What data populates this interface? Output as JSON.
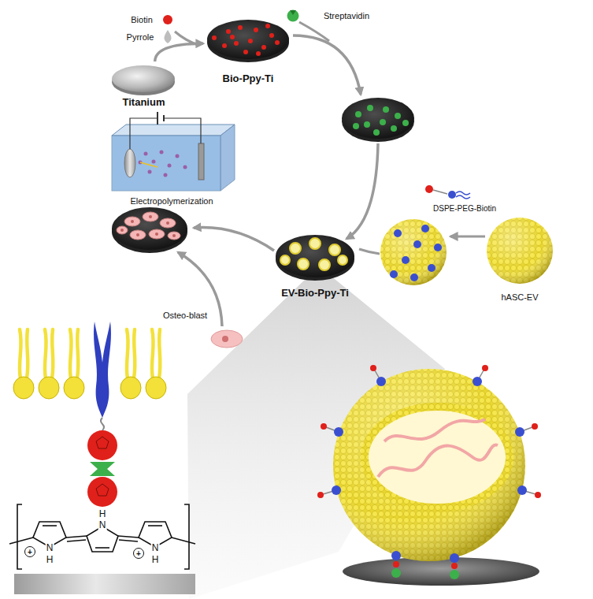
{
  "diagram": {
    "nodes": [
      {
        "text": [
          "Titanium"
        ]
      },
      {
        "text": [
          "Bio-Ppy-Ti"
        ]
      },
      {
        "text": [
          "Electropolymerization"
        ]
      },
      {
        "text": [
          "EV-Bio-Ppy-Ti"
        ]
      },
      {
        "text": [
          "hASC-EV"
        ]
      }
    ],
    "edges": [
      {
        "from": 0,
        "to": 1,
        "arrow": "to"
      }
    ],
    "labels": [
      "Biotin",
      "Pyrrole",
      "Streptavidin",
      "DSPE-PEG-Biotin",
      "Osteo-blast",
      "+",
      "N",
      "H",
      "H",
      "N",
      "+",
      "N",
      "H"
    ]
  }
}
